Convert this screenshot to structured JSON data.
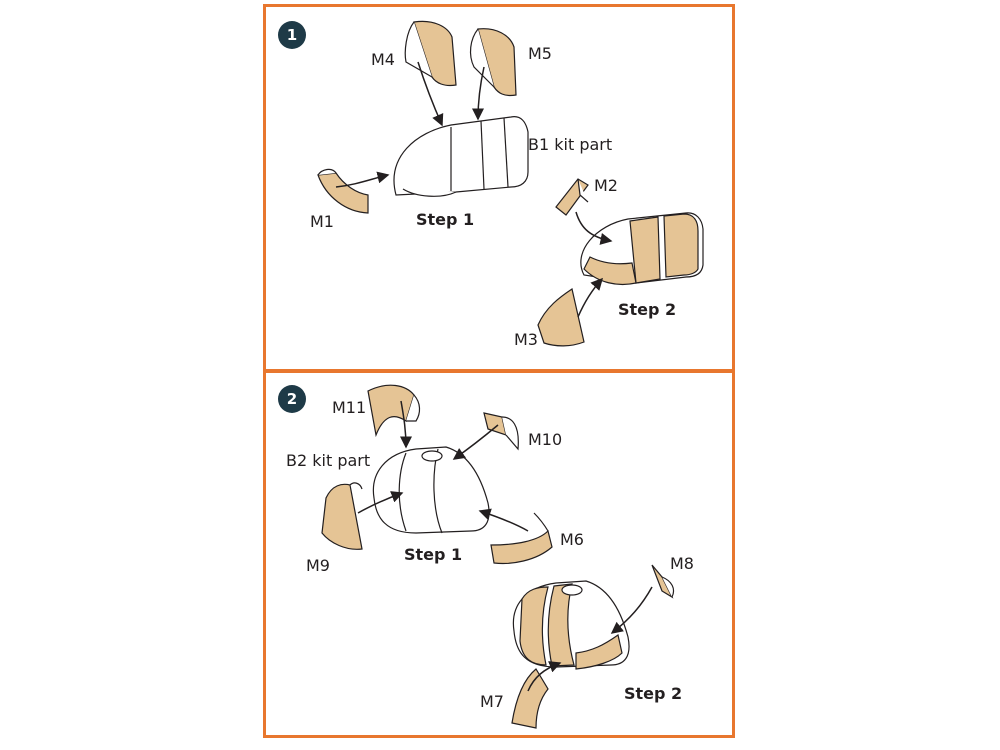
{
  "colors": {
    "border": "#e8772e",
    "badge": "#1e3a47",
    "mask": "#e5c495",
    "line": "#231f20"
  },
  "panel1": {
    "badge": "1",
    "part_label": "B1 kit part",
    "steps": [
      "Step 1",
      "Step 2"
    ],
    "masks": [
      "M1",
      "M2",
      "M3",
      "M4",
      "M5"
    ]
  },
  "panel2": {
    "badge": "2",
    "part_label": "B2 kit part",
    "steps": [
      "Step 1",
      "Step 2"
    ],
    "masks": [
      "M6",
      "M7",
      "M8",
      "M9",
      "M10",
      "M11"
    ]
  }
}
